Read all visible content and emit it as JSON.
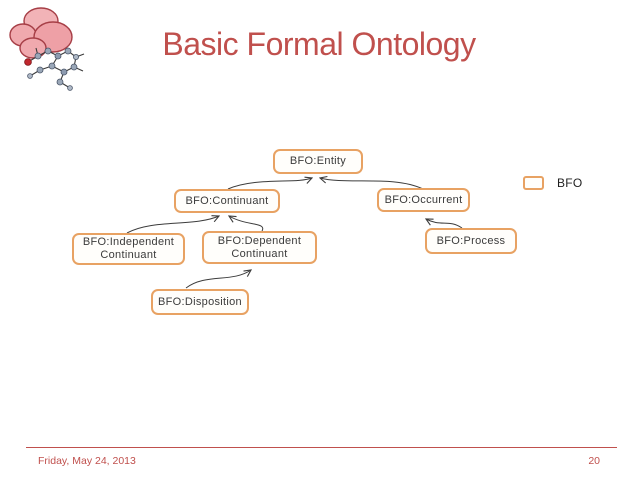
{
  "slide": {
    "title": "Basic Formal Ontology"
  },
  "colors": {
    "accent_red": "#C0504D",
    "node_border_orange": "#E8A263"
  },
  "diagram": {
    "type": "tree",
    "nodes": [
      {
        "id": "entity",
        "label": "BFO:Entity"
      },
      {
        "id": "continuant",
        "label": "BFO:Continuant"
      },
      {
        "id": "occurrent",
        "label": "BFO:Occurrent"
      },
      {
        "id": "independent-continuant",
        "label": "BFO:Independent Continuant"
      },
      {
        "id": "dependent-continuant",
        "label": "BFO:Dependent Continuant"
      },
      {
        "id": "process",
        "label": "BFO:Process"
      },
      {
        "id": "disposition",
        "label": "BFO:Disposition"
      }
    ],
    "edges": [
      {
        "from": "continuant",
        "to": "entity"
      },
      {
        "from": "occurrent",
        "to": "entity"
      },
      {
        "from": "independent-continuant",
        "to": "continuant"
      },
      {
        "from": "dependent-continuant",
        "to": "continuant"
      },
      {
        "from": "disposition",
        "to": "dependent-continuant"
      },
      {
        "from": "process",
        "to": "occurrent"
      }
    ]
  },
  "legend": {
    "label": "BFO"
  },
  "footer": {
    "date": "Friday, May 24, 2013",
    "slide_number": "20"
  }
}
